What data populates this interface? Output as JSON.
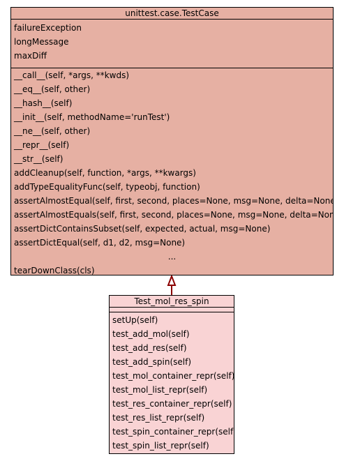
{
  "base_class": {
    "name": "unittest.case.TestCase",
    "attributes": [
      "failureException",
      "longMessage",
      "maxDiff"
    ],
    "methods": [
      "__call__(self, *args, **kwds)",
      "__eq__(self, other)",
      "__hash__(self)",
      "__init__(self, methodName='runTest')",
      "__ne__(self, other)",
      "__repr__(self)",
      "__str__(self)",
      "addCleanup(self, function, *args, **kwargs)",
      "addTypeEqualityFunc(self, typeobj, function)",
      "assertAlmostEqual(self, first, second, places=None, msg=None, delta=None)",
      "assertAlmostEquals(self, first, second, places=None, msg=None, delta=None)",
      "assertDictContainsSubset(self, expected, actual, msg=None)",
      "assertDictEqual(self, d1, d2, msg=None)"
    ],
    "ellipsis": "...",
    "last_method": "tearDownClass(cls)",
    "color": "#e6b0a3"
  },
  "derived_class": {
    "name": "Test_mol_res_spin",
    "methods": [
      "setUp(self)",
      "test_add_mol(self)",
      "test_add_res(self)",
      "test_add_spin(self)",
      "test_mol_container_repr(self)",
      "test_mol_list_repr(self)",
      "test_res_container_repr(self)",
      "test_res_list_repr(self)",
      "test_spin_container_repr(self)",
      "test_spin_list_repr(self)"
    ],
    "color": "#f9d3d4"
  },
  "inheritance_arrow_color": "#8b0000"
}
